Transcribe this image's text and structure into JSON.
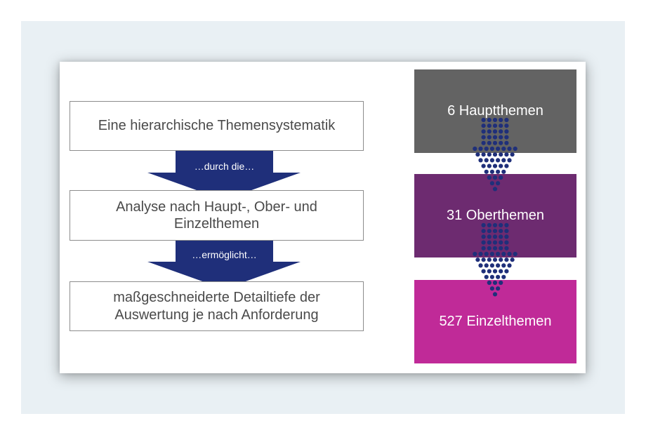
{
  "left_flow": {
    "box1_text": "Eine hierarchische Themensystematik",
    "arrow1_label": "…durch die…",
    "box2_text": "Analyse nach Haupt-, Ober- und Einzelthemen",
    "arrow2_label": "…ermöglicht…",
    "box3_text": "maßgeschneiderte Detailtiefe der Auswertung je nach Anforderung"
  },
  "levels": [
    {
      "label": "6 Hauptthemen",
      "color": "#636363"
    },
    {
      "label": "31 Oberthemen",
      "color": "#6d2b70"
    },
    {
      "label": "527 Einzelthemen",
      "color": "#c02a98"
    }
  ],
  "colors": {
    "arrow_fill": "#1f2f7a",
    "dot_color": "#1f2f7a",
    "backdrop": "#e9f0f4"
  }
}
